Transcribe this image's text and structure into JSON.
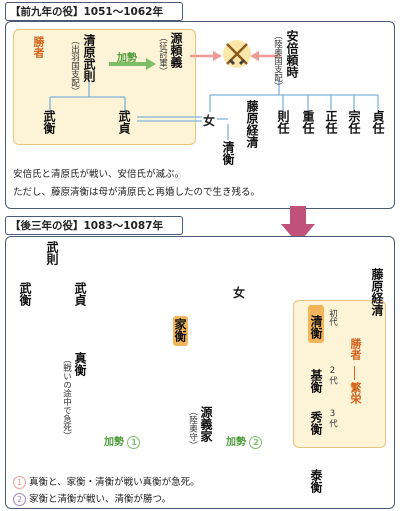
{
  "section1": {
    "title": "【前九年の役】1051〜1062年",
    "winner": "勝者",
    "kiyohara_takenori": {
      "name": "清原武則",
      "note": "（出羽国支配）"
    },
    "minamoto_yoriyoshi": {
      "name": "源頼義",
      "note": "（征討軍）"
    },
    "kasei": "加勢",
    "abe_yoritoki": {
      "name": "安倍頼時",
      "note": "（陸奥国支配）"
    },
    "takehira": "武衡",
    "takesada": "武貞",
    "onna": "女",
    "fujiwara_tsunekiyo": "藤原経清",
    "kiyohira": "清衡",
    "abe_children": [
      "則任",
      "重任",
      "正任",
      "宗任",
      "貞任"
    ],
    "notes": [
      "安倍氏と清原氏が戦い、安倍氏が滅ぶ。",
      "ただし、藤原清衡は母が清原氏と再婚したので生き残る。"
    ]
  },
  "section2": {
    "title": "【後三年の役】1083〜1087年",
    "takenori": "武則",
    "takehira": "武衡",
    "takesada": "武貞",
    "onna": "女",
    "fujiwara_tsunekiyo": "藤原経清",
    "iehira": "家衡",
    "sanehira": {
      "name": "真衡",
      "note": "（戦いの途中で急死）"
    },
    "yoshiie": {
      "name": "源義家",
      "note": "（陸奥守）"
    },
    "kiyohira": "清衡",
    "shodai": "初代",
    "motohira": "基衡",
    "nidai": "2代",
    "hidehira": "秀衡",
    "sandai": "3代",
    "yasuhira": "泰衡",
    "winner": "勝者",
    "prosperity": "繁栄",
    "kasei1": "加勢",
    "kasei2": "加勢",
    "num1": "1",
    "num2": "2",
    "notes": [
      {
        "num": "1",
        "text": "真衡と、家衡・清衡が戦い真衡が急死。"
      },
      {
        "num": "2",
        "text": "家衡と清衡が戦い、清衡が勝つ。"
      }
    ]
  },
  "colors": {
    "pink": "#ec9c95",
    "green": "#7ebd68",
    "blue": "#7fb4da",
    "purple": "#9c87c2",
    "orange": "#d1631b"
  }
}
